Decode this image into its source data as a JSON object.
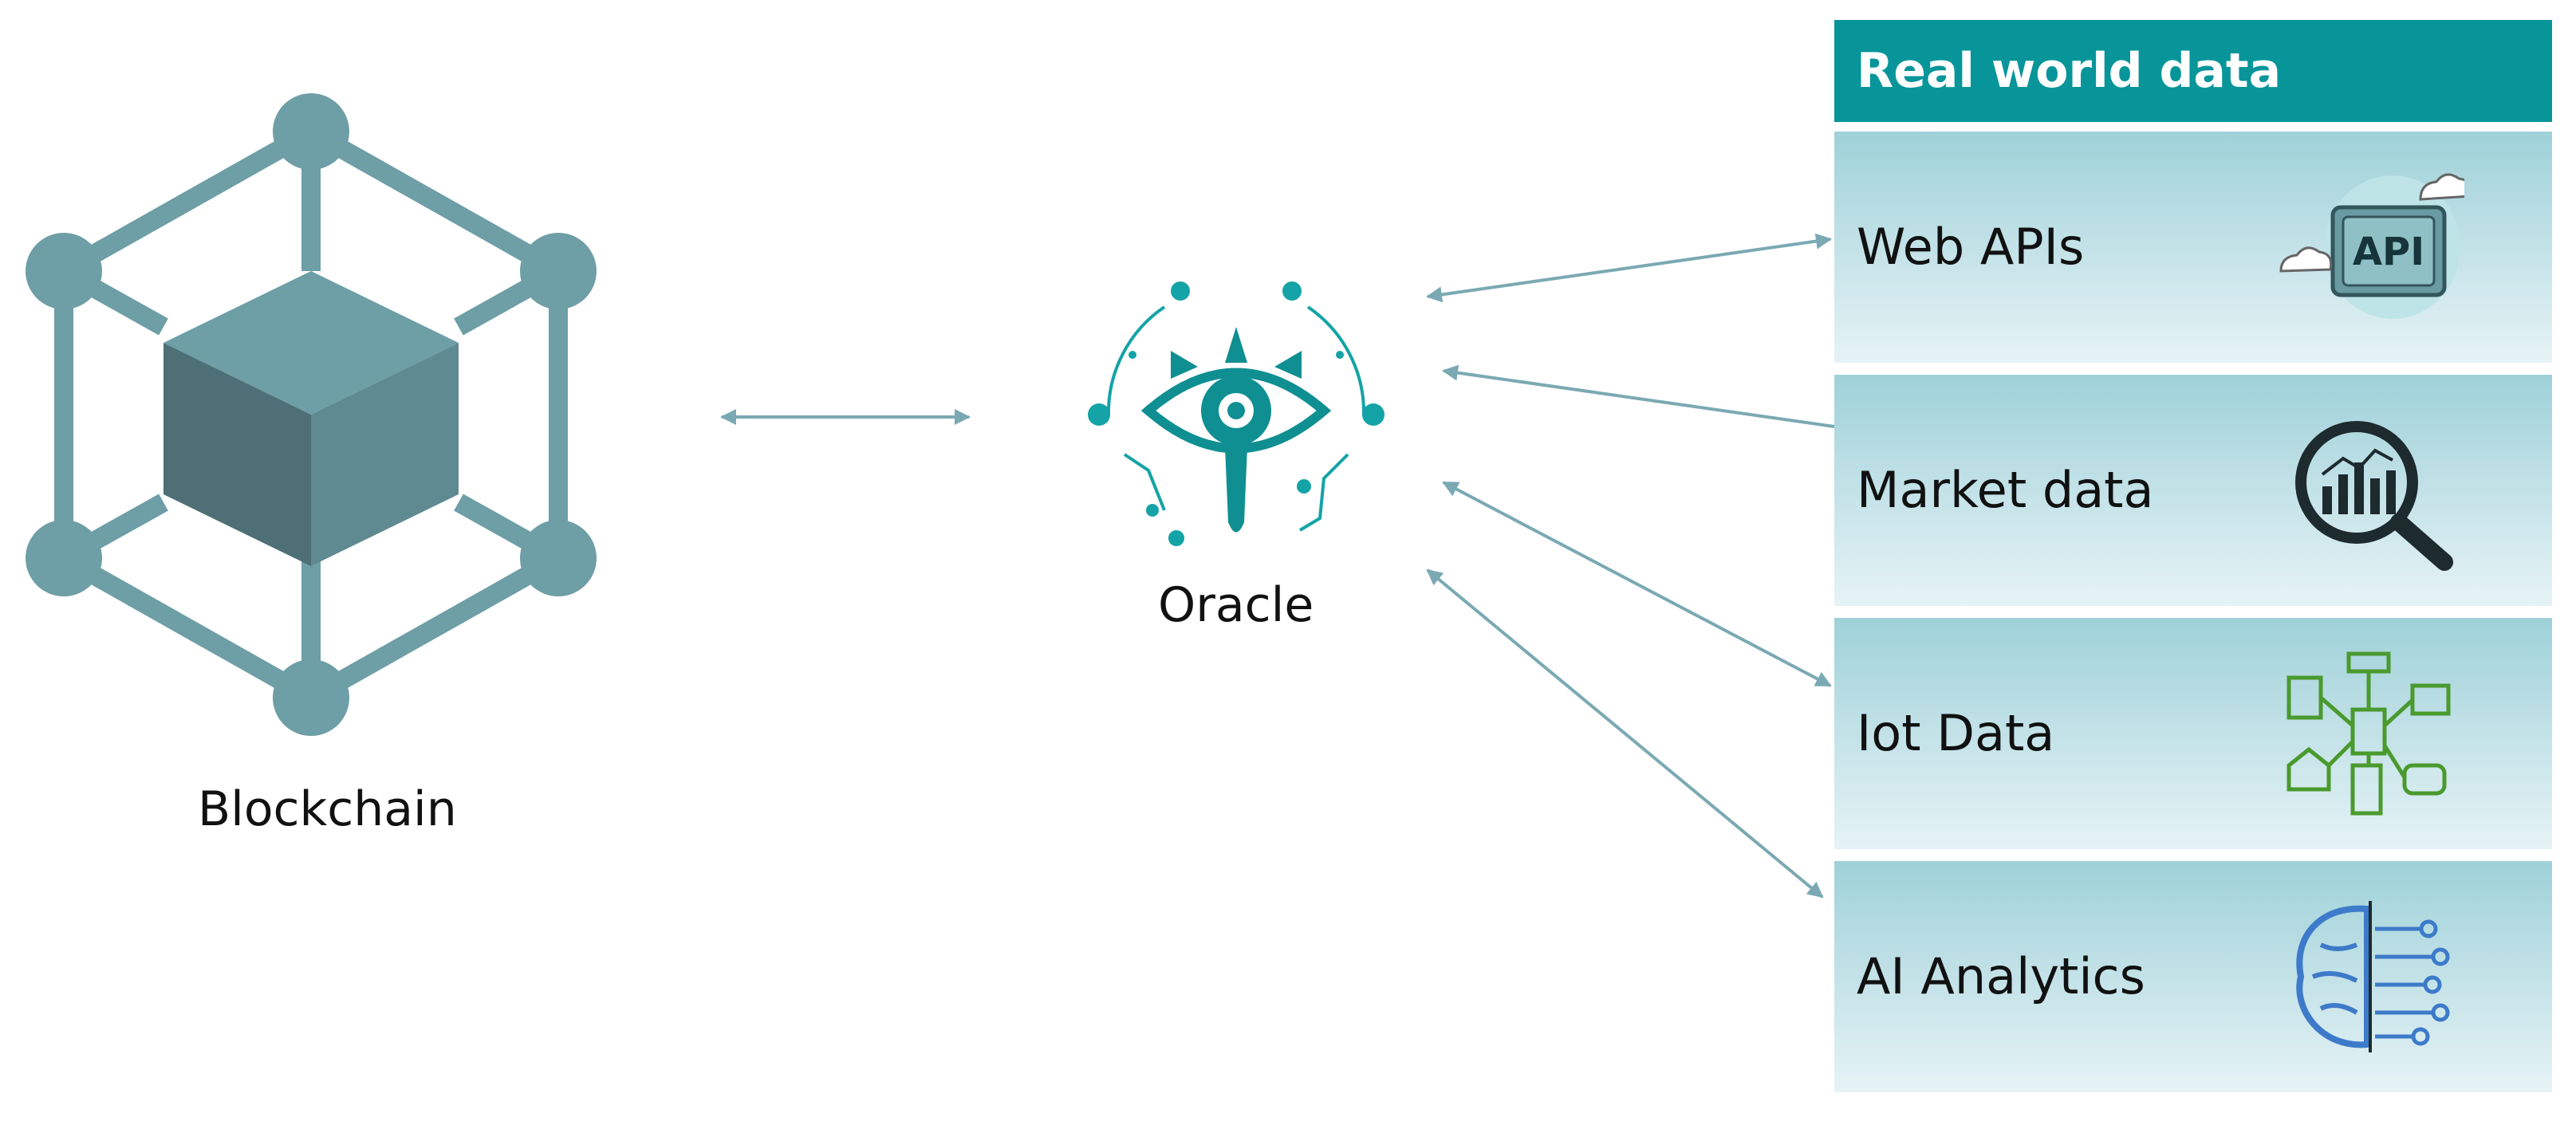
{
  "nodes": {
    "blockchain": {
      "label": "Blockchain",
      "icon": "blockchain-cube-icon"
    },
    "oracle": {
      "label": "Oracle",
      "icon": "oracle-eye-icon"
    }
  },
  "panel": {
    "header": "Real world data",
    "rows": [
      {
        "label": "Web APIs",
        "icon": "api-cloud-icon"
      },
      {
        "label": "Market data",
        "icon": "market-magnifier-icon"
      },
      {
        "label": "Iot Data",
        "icon": "iot-network-icon"
      },
      {
        "label": "AI Analytics",
        "icon": "ai-brain-icon"
      }
    ]
  },
  "colors": {
    "accent": "#07959a",
    "cube_frame": "#6e9ea6",
    "connector": "#7aa9b3",
    "iot_green": "#4a9a2e",
    "brain_blue": "#3d7ac9"
  }
}
